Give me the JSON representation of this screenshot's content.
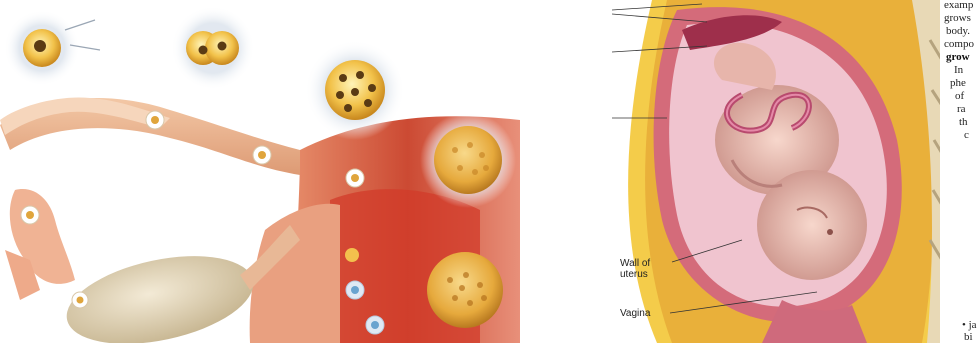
{
  "illustration_left": {
    "alt": "fertilization and implantation"
  },
  "illustration_right": {
    "labels": {
      "wall_of_uterus_line1": "Wall of",
      "wall_of_uterus_line2": "uterus",
      "vagina": "Vagina"
    },
    "side_text": {
      "line1": "examp",
      "line2": "grows",
      "line3": "body.",
      "line4": "compo",
      "line5": "grow",
      "line6": "In",
      "line7": "phe",
      "line8": "of",
      "line9": "ra",
      "line10": "th",
      "line11": "c",
      "bottom1": "• ja",
      "bottom2": "bi"
    }
  }
}
